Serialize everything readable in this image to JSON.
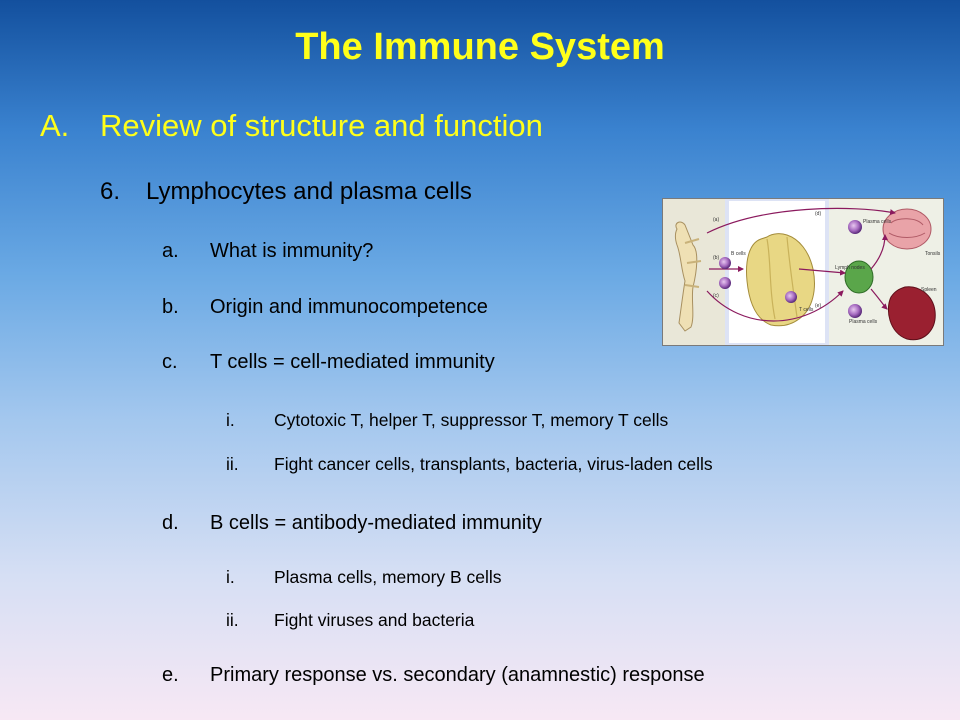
{
  "slide": {
    "title": "The Immune System",
    "section": {
      "num": "A.",
      "text": "Review of structure and function"
    },
    "subsection": {
      "num": "6.",
      "text": "Lymphocytes and plasma cells"
    },
    "items": [
      {
        "num": "a.",
        "text": "What is immunity?"
      },
      {
        "num": "b.",
        "text": "Origin and immunocompetence"
      },
      {
        "num": "c.",
        "text": "T cells = cell-mediated immunity"
      },
      {
        "num": "d.",
        "text": "B cells = antibody-mediated immunity"
      },
      {
        "num": "e.",
        "text": "Primary response vs. secondary (anamnestic) response"
      }
    ],
    "t_cell_points": [
      {
        "num": "i.",
        "text": "Cytotoxic T, helper T, suppressor T, memory T cells"
      },
      {
        "num": "ii.",
        "text": "Fight cancer cells, transplants, bacteria, virus-laden cells"
      }
    ],
    "b_cell_points": [
      {
        "num": "i.",
        "text": "Plasma cells, memory B cells"
      },
      {
        "num": "ii.",
        "text": "Fight viruses and bacteria"
      }
    ]
  },
  "figure": {
    "labels": [
      "(a)",
      "(b)",
      "(c)",
      "(d)",
      "(e)",
      "B cells",
      "T cells",
      "Plasma cells",
      "Lymph nodes",
      "Tonsils",
      "Spleen",
      "Plasma cells"
    ]
  },
  "colors": {
    "title": "#ffff1a",
    "section": "#ffff1a",
    "body_text": "#000000"
  }
}
